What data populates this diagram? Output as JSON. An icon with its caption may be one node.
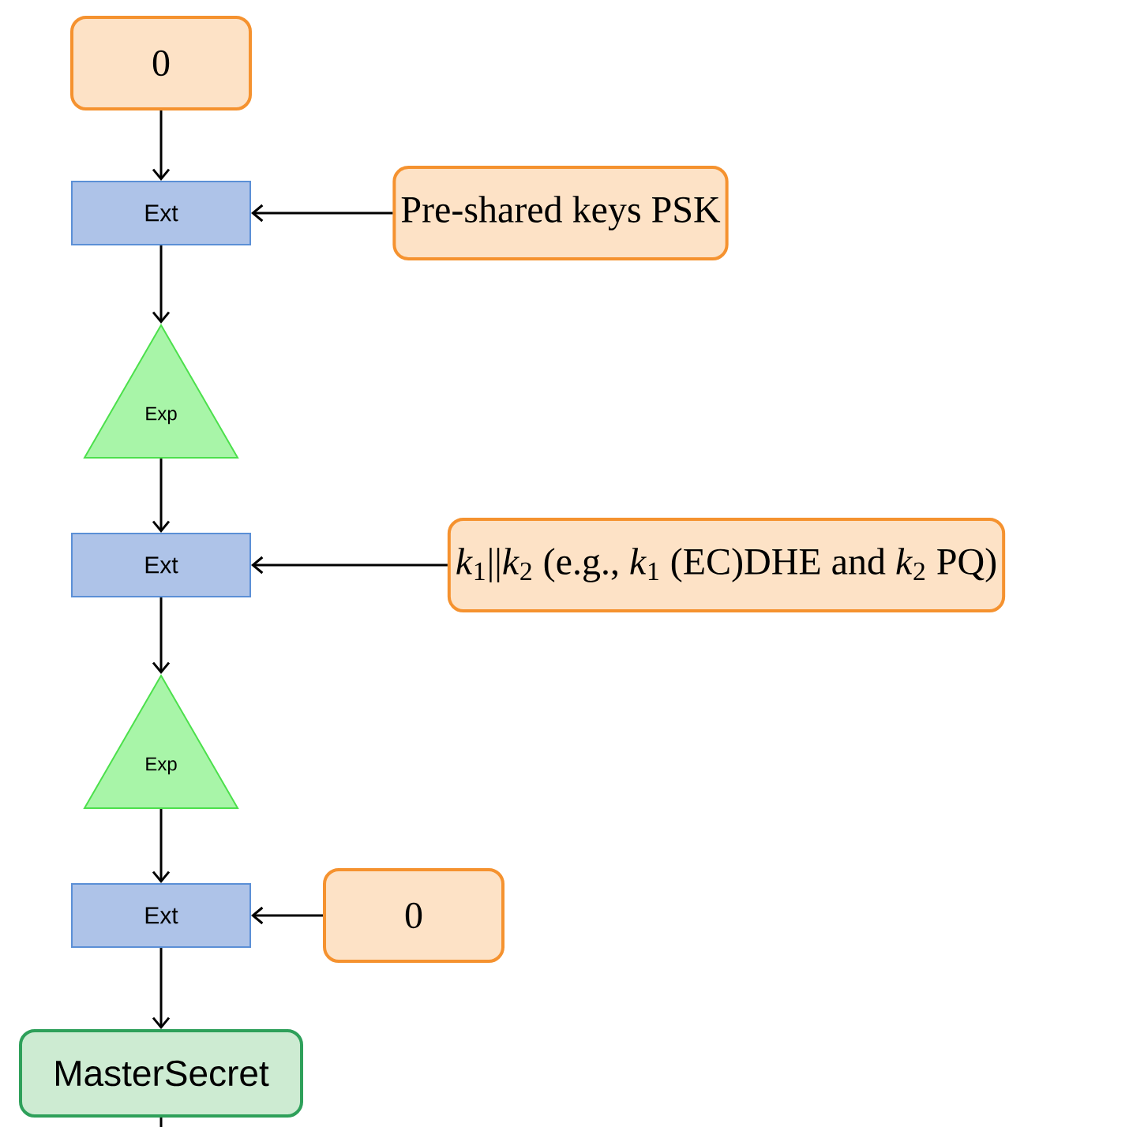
{
  "diagram": {
    "nodes": [
      {
        "text": [
          "0"
        ]
      },
      {
        "text": [
          "Ext"
        ]
      },
      {
        "text": [
          "Pre-shared keys PSK"
        ]
      },
      {
        "text": [
          "Exp"
        ]
      },
      {
        "text": [
          "Ext"
        ]
      },
      {
        "text": [
          "*k*$_{1}$||*k*$_{2}$ (e.g., *k*$_{1}$ (EC)DHE and *k*$_{2}$ PQ)"
        ]
      },
      {
        "text": [
          "Exp"
        ]
      },
      {
        "text": [
          "Ext"
        ]
      },
      {
        "text": [
          "0"
        ]
      },
      {
        "text": [
          "MasterSecret"
        ]
      }
    ],
    "edges": [
      {
        "from": 0,
        "to": 1,
        "arrow": "to"
      },
      {
        "from": 2,
        "to": 1,
        "arrow": "to"
      },
      {
        "from": 1,
        "to": 3,
        "arrow": "to"
      },
      {
        "from": 3,
        "to": 4,
        "arrow": "to"
      },
      {
        "from": 5,
        "to": 4,
        "arrow": "to"
      },
      {
        "from": 4,
        "to": 6,
        "arrow": "to"
      },
      {
        "from": 6,
        "to": 7,
        "arrow": "to"
      },
      {
        "from": 8,
        "to": 7,
        "arrow": "to"
      },
      {
        "from": 7,
        "to": 9,
        "arrow": "to"
      },
      {
        "from": 9,
        "to": null,
        "arrow": "none"
      }
    ]
  }
}
